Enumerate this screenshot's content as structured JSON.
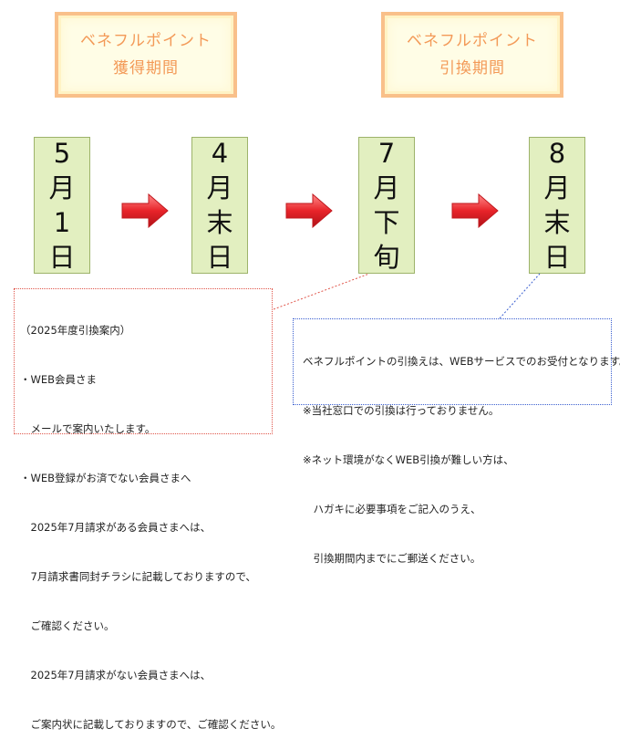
{
  "period_boxes": [
    {
      "line1": "ベネフルポイント",
      "line2": "獲得期間"
    },
    {
      "line1": "ベネフルポイント",
      "line2": "引換期間"
    }
  ],
  "dates": [
    {
      "chars": [
        "5",
        "月",
        "1",
        "日"
      ]
    },
    {
      "chars": [
        "4",
        "月",
        "末",
        "日"
      ]
    },
    {
      "chars": [
        "7",
        "月",
        "下",
        "旬"
      ]
    },
    {
      "chars": [
        "8",
        "月",
        "末",
        "日"
      ]
    }
  ],
  "note_left": [
    "（2025年度引換案内）",
    "・WEB会員さま",
    "　メールで案内いたします。",
    "・WEB登録がお済でない会員さまへ",
    "　2025年7月請求がある会員さまへは、",
    "　7月請求書同封チラシに記載しておりますので、",
    "　ご確認ください。",
    "　2025年7月請求がない会員さまへは、",
    "　ご案内状に記載しておりますので、ご確認ください。"
  ],
  "note_right": [
    "ベネフルポイントの引換えは、WEBサービスでのお受付となります。",
    "※当社窓口での引換は行っておりません。",
    "※ネット環境がなくWEB引換が難しい方は、",
    "　ハガキに必要事項をご記入のうえ、",
    "　引換期間内までにご郵送ください。"
  ],
  "colors": {
    "period_border": "#f9c08a",
    "period_text": "#f39a58",
    "date_fill": "#e2efc0",
    "arrow": "#e8242a",
    "note_left_border": "#e0554a",
    "note_right_border": "#3a5fd0"
  }
}
